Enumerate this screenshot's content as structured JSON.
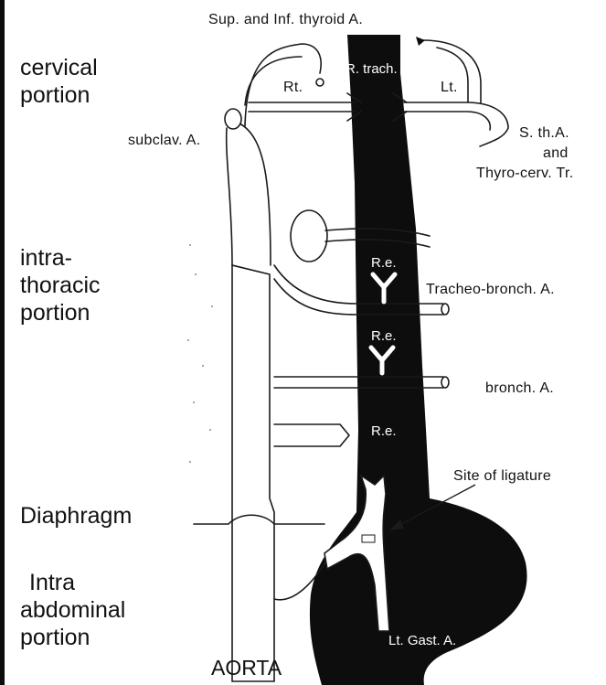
{
  "regions": {
    "cervical": [
      "cervical",
      "portion"
    ],
    "intrathoracic": [
      "intra-",
      "thoracic",
      "portion"
    ],
    "diaphragm": "Diaphragm",
    "abdominal": [
      "Intra",
      "abdominal",
      "portion"
    ]
  },
  "labels": {
    "top": "Sup. and Inf. thyroid A.",
    "r_trach": "R. trach.",
    "rt": "Rt.",
    "lt": "Lt.",
    "subclav": "subclav. A.",
    "sth": [
      "S. th.A.",
      "and",
      "Thyro-cerv. Tr."
    ],
    "tracheo": "Tracheo-bronch. A.",
    "bronch": "bronch. A.",
    "re": [
      "R.e.",
      "R.e.",
      "R.e."
    ],
    "ligature": "Site of ligature",
    "ltgast": "Lt. Gast. A.",
    "aorta": "AORTA"
  },
  "colors": {
    "ink": "#0d0d0d",
    "paper": "#ffffff"
  }
}
